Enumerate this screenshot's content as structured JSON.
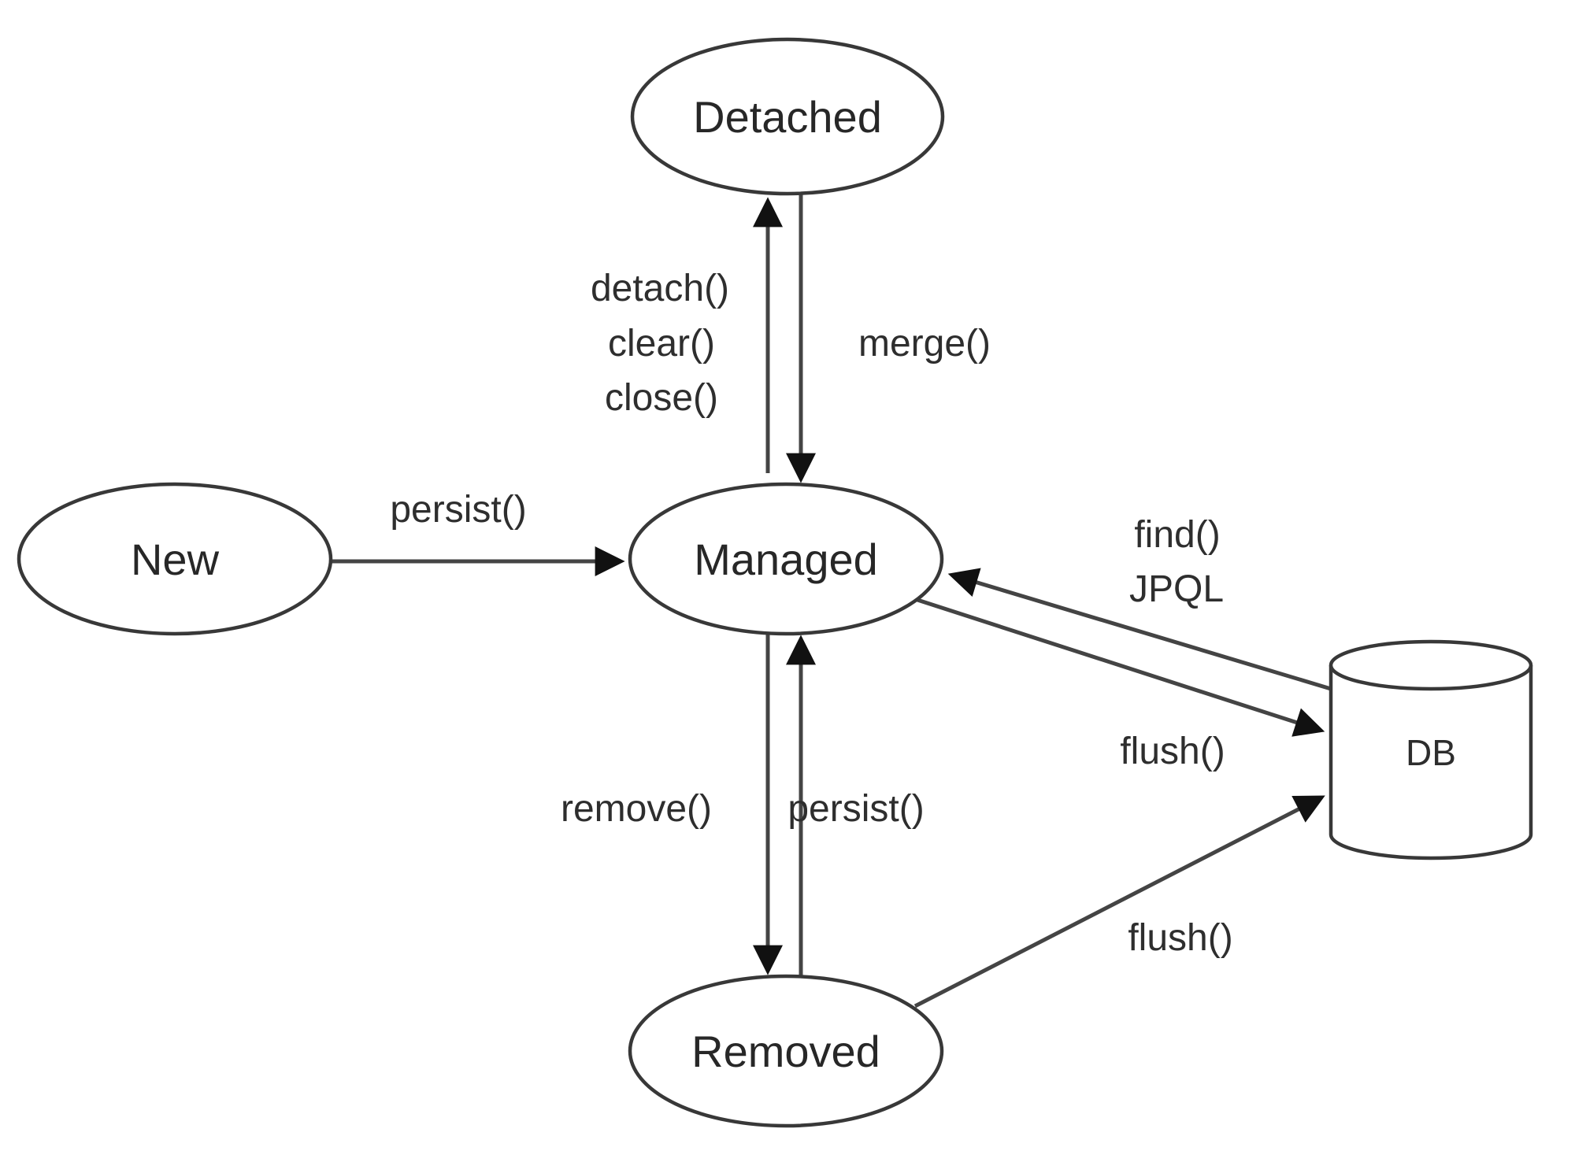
{
  "diagram": {
    "description": "entity lifecycle state diagram",
    "colors": {
      "background": "#ffffff",
      "stroke": "#383838",
      "edge": "#444444",
      "arrowhead": "#111111",
      "text": "#2e2e2e"
    },
    "nodes": {
      "new": {
        "label": "New"
      },
      "managed": {
        "label": "Managed"
      },
      "detached": {
        "label": "Detached"
      },
      "removed": {
        "label": "Removed"
      },
      "db": {
        "label": "DB"
      }
    },
    "edges": {
      "persist_new_to_managed": {
        "label": "persist()"
      },
      "detach_managed_to_detached": {
        "lines": [
          "detach()",
          "clear()",
          "close()"
        ]
      },
      "merge_detached_to_managed": {
        "label": "merge()"
      },
      "remove_managed_to_removed": {
        "label": "remove()"
      },
      "persist_removed_to_managed": {
        "label": "persist()"
      },
      "find_db_to_managed": {
        "lines": [
          "find()",
          "JPQL"
        ]
      },
      "flush_managed_to_db": {
        "label": "flush()"
      },
      "flush_removed_to_db": {
        "label": "flush()"
      }
    }
  }
}
